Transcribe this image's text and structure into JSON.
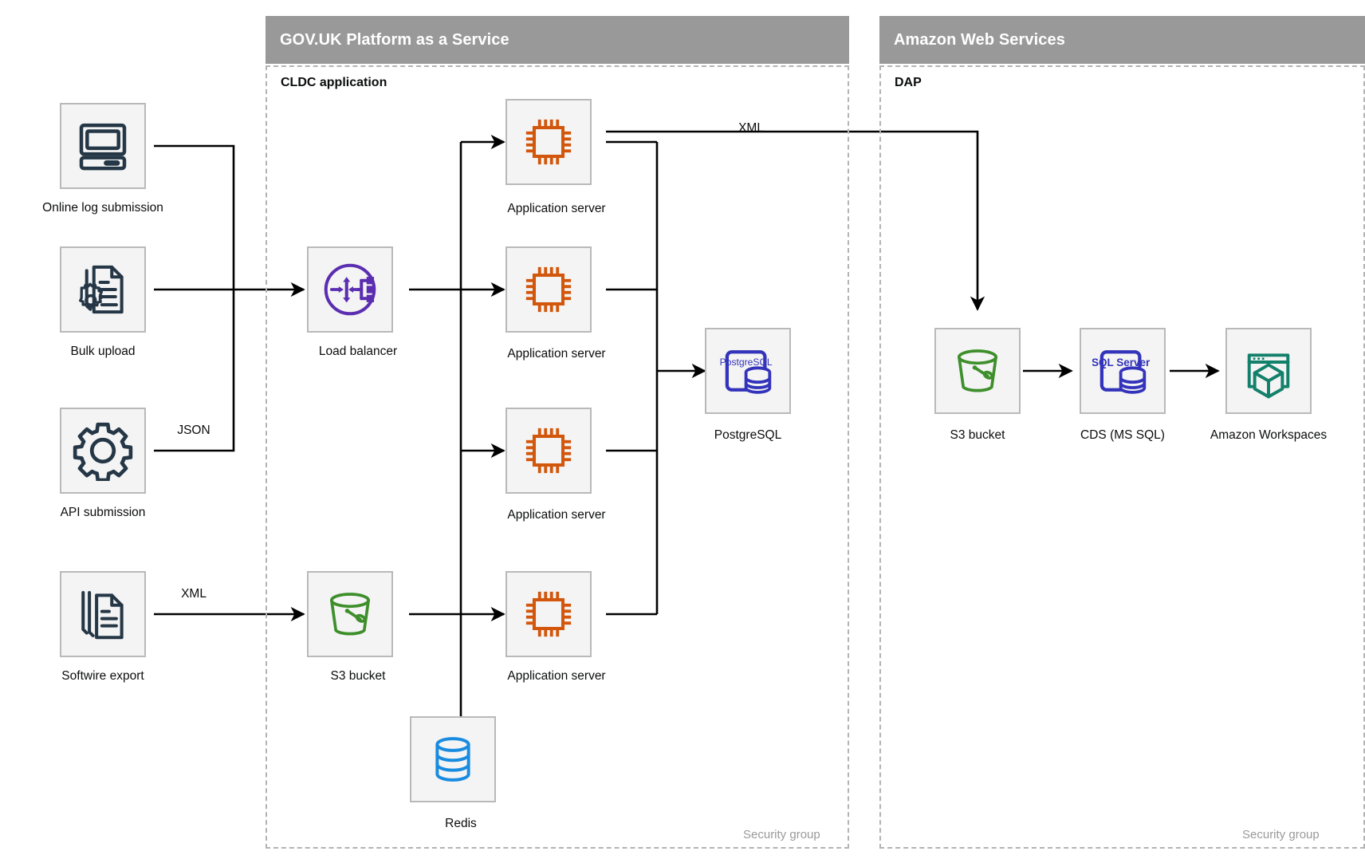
{
  "groups": [
    {
      "id": "paas",
      "title": "GOV.UK Platform as a Service",
      "subgroup_title": "CLDC application",
      "security_label": "Security group"
    },
    {
      "id": "aws",
      "title": "Amazon Web Services",
      "subgroup_title": "DAP",
      "security_label": "Security group"
    }
  ],
  "nodes": {
    "online_log_submission": {
      "label": "Online log submission",
      "icon": "desktop-computer-icon",
      "color": "#253746"
    },
    "bulk_upload": {
      "label": "Bulk upload",
      "icon": "document-gear-icon",
      "color": "#253746"
    },
    "api_submission": {
      "label": "API submission",
      "icon": "gear-icon",
      "color": "#253746"
    },
    "softwire_export": {
      "label": "Softwire export",
      "icon": "documents-stack-icon",
      "color": "#253746"
    },
    "load_balancer": {
      "label": "Load balancer",
      "icon": "load-balancer-icon",
      "color": "#5B2DB0"
    },
    "app_server_1": {
      "label": "Application server",
      "icon": "cpu-chip-icon",
      "color": "#D2560B"
    },
    "app_server_2": {
      "label": "Application server",
      "icon": "cpu-chip-icon",
      "color": "#D2560B"
    },
    "app_server_3": {
      "label": "Application server",
      "icon": "cpu-chip-icon",
      "color": "#D2560B"
    },
    "app_server_4": {
      "label": "Application server",
      "icon": "cpu-chip-icon",
      "color": "#D2560B"
    },
    "postgresql": {
      "label": "PostgreSQL",
      "icon": "postgresql-icon",
      "color": "#3333BB",
      "badge": "PostgreSQL"
    },
    "paas_s3_bucket": {
      "label": "S3 bucket",
      "icon": "s3-bucket-icon",
      "color": "#3E8F2B"
    },
    "redis": {
      "label": "Redis",
      "icon": "database-cylinder-icon",
      "color": "#1A8CE0"
    },
    "aws_s3_bucket": {
      "label": "S3 bucket",
      "icon": "s3-bucket-icon",
      "color": "#3E8F2B"
    },
    "cds_ms_sql": {
      "label": "CDS (MS SQL)",
      "icon": "sql-server-icon",
      "color": "#3333BB",
      "badge": "SQL Server"
    },
    "amazon_workspaces": {
      "label": "Amazon Workspaces",
      "icon": "amazon-workspaces-icon",
      "color": "#12806A"
    }
  },
  "edge_labels": {
    "api_json": "JSON",
    "softwire_xml": "XML",
    "appserver_to_s3_xml": "XML"
  },
  "colors": {
    "group_header_bg": "#999999",
    "group_header_text": "#ffffff",
    "dashed_border": "#b3b3b3",
    "node_bg": "#f4f4f4",
    "node_border": "#b9b9b9",
    "wire": "#000000",
    "icon_navy": "#253746",
    "icon_purple": "#5B2DB0",
    "icon_orange": "#D2560B",
    "icon_indigo": "#3333BB",
    "icon_green": "#3E8F2B",
    "icon_blue": "#1A8CE0",
    "icon_teal": "#12806A"
  }
}
